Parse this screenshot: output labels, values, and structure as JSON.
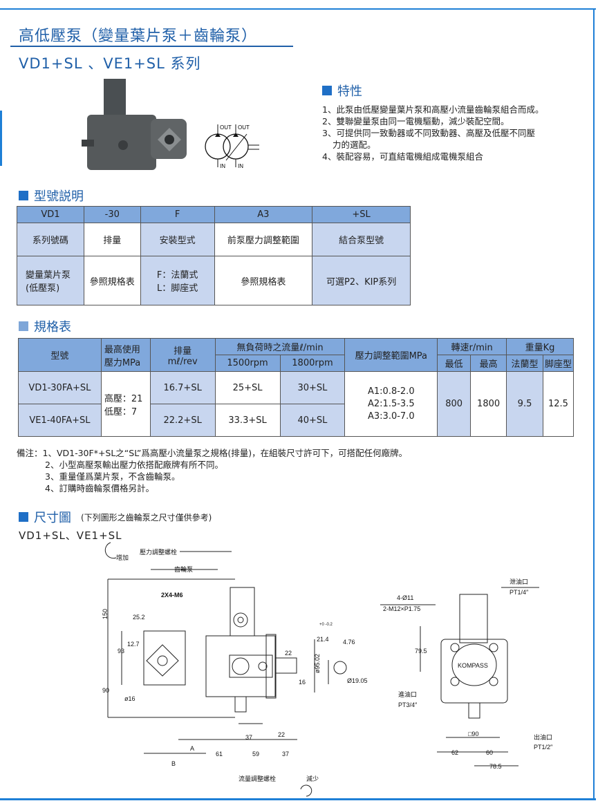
{
  "header": {
    "title": "高低壓泵（變量葉片泵＋齒輪泵）",
    "subtitle": "VD1+SL 、VE1+SL 系列"
  },
  "symbol": {
    "out1": "OUT",
    "out2": "OUT",
    "in1": "IN",
    "in2": "IN"
  },
  "features": {
    "heading": "特性",
    "items": [
      "1、此泵由低壓變量葉片泵和高壓小流量齒輪泵組合而成。",
      "2、雙聯變量泵由同一電機驅動，減少裝配空間。",
      "3、可提供同一致動器或不同致動器、高壓及低壓不同壓",
      "力的選配。",
      "4、裝配容易，可直結電機組成電機泵組合"
    ]
  },
  "model": {
    "heading": "型號説明",
    "codes": [
      "VD1",
      "-30",
      "F",
      "A3",
      "+SL"
    ],
    "names": [
      "系列號碼",
      "排量",
      "安裝型式",
      "前泵壓力調整範圍",
      "結合泵型號"
    ],
    "desc": [
      "變量葉片泵\n(低壓泵)",
      "參照規格表",
      "F：法蘭式\nL：脚座式",
      "參照規格表",
      "可選P2、KIP系列"
    ]
  },
  "spec": {
    "heading": "規格表",
    "headers": {
      "model": "型號",
      "pressure": "最高使用\n壓力MPa",
      "disp": "排量\nmℓ/rev",
      "flow": "無負荷時之流量ℓ/min",
      "rpm1500": "1500rpm",
      "rpm1800": "1800rpm",
      "adj": "壓力調整範圍MPa",
      "speed": "轉速r/min",
      "min": "最低",
      "max": "最高",
      "weight": "重量Kg",
      "flange": "法蘭型",
      "foot": "脚座型"
    },
    "rows": [
      {
        "model": "VD1-30FA+SL",
        "disp": "16.7+SL",
        "f1500": "25+SL",
        "f1800": "30+SL"
      },
      {
        "model": "VE1-40FA+SL",
        "disp": "22.2+SL",
        "f1500": "33.3+SL",
        "f1800": "40+SL"
      }
    ],
    "pressure": "高壓：21\n低壓：7",
    "adj": "A1:0.8-2.0\nA2:1.5-3.5\nA3:3.0-7.0",
    "speed_min": "800",
    "speed_max": "1800",
    "w_flange": "9.5",
    "w_foot": "12.5"
  },
  "notes": [
    "備注：1、VD1-30F*+SL之“SL”爲高壓小流量泵之規格(排量)，在組裝尺寸許可下，可搭配任何廠牌。",
    "2、小型高壓泵輸出壓力依搭配廠牌有所不同。",
    "3、重量僅爲葉片泵，不含齒輪泵。",
    "4、訂購時齒輪泵價格另計。"
  ],
  "dims": {
    "heading": "尺寸圖",
    "note": "(下列圖形之齒輪泵之尺寸僅供參考)",
    "series": "VD1+SL、VE1+SL",
    "left": {
      "increase": "增加",
      "pressure_bolt": "壓力調整螺栓",
      "gear_pump": "齒輪泵",
      "bolts": "2X4-M6",
      "d252": "25.2",
      "d150": "150",
      "d93": "93",
      "d127": "12.7",
      "d90": "90",
      "d16dia": "ø16",
      "d214": "21.4",
      "d214tol": "+0 -0.2",
      "d476": "4.76",
      "d1905": "Ø19.05",
      "d95": "ø95.02",
      "d22a": "22",
      "d16": "16",
      "d37a": "37",
      "d22": "22",
      "dA": "A",
      "d61": "61",
      "d59": "59",
      "d37b": "37",
      "dB": "B",
      "flow_bolt": "流量調整螺栓",
      "decrease": "減少"
    },
    "right": {
      "holes": "4-Ø11",
      "thread": "2-M12×P1.75",
      "drain": "泄油口",
      "drain_pt": "PT1/4″",
      "d795": "79.5",
      "brand": "KOMPASS",
      "inlet": "進油口",
      "inlet_pt": "PT3/4″",
      "d90sq": "□90",
      "outlet": "出油口",
      "outlet_pt": "PT1/2″",
      "d62": "62",
      "d60": "60",
      "d785": "78.5"
    }
  }
}
